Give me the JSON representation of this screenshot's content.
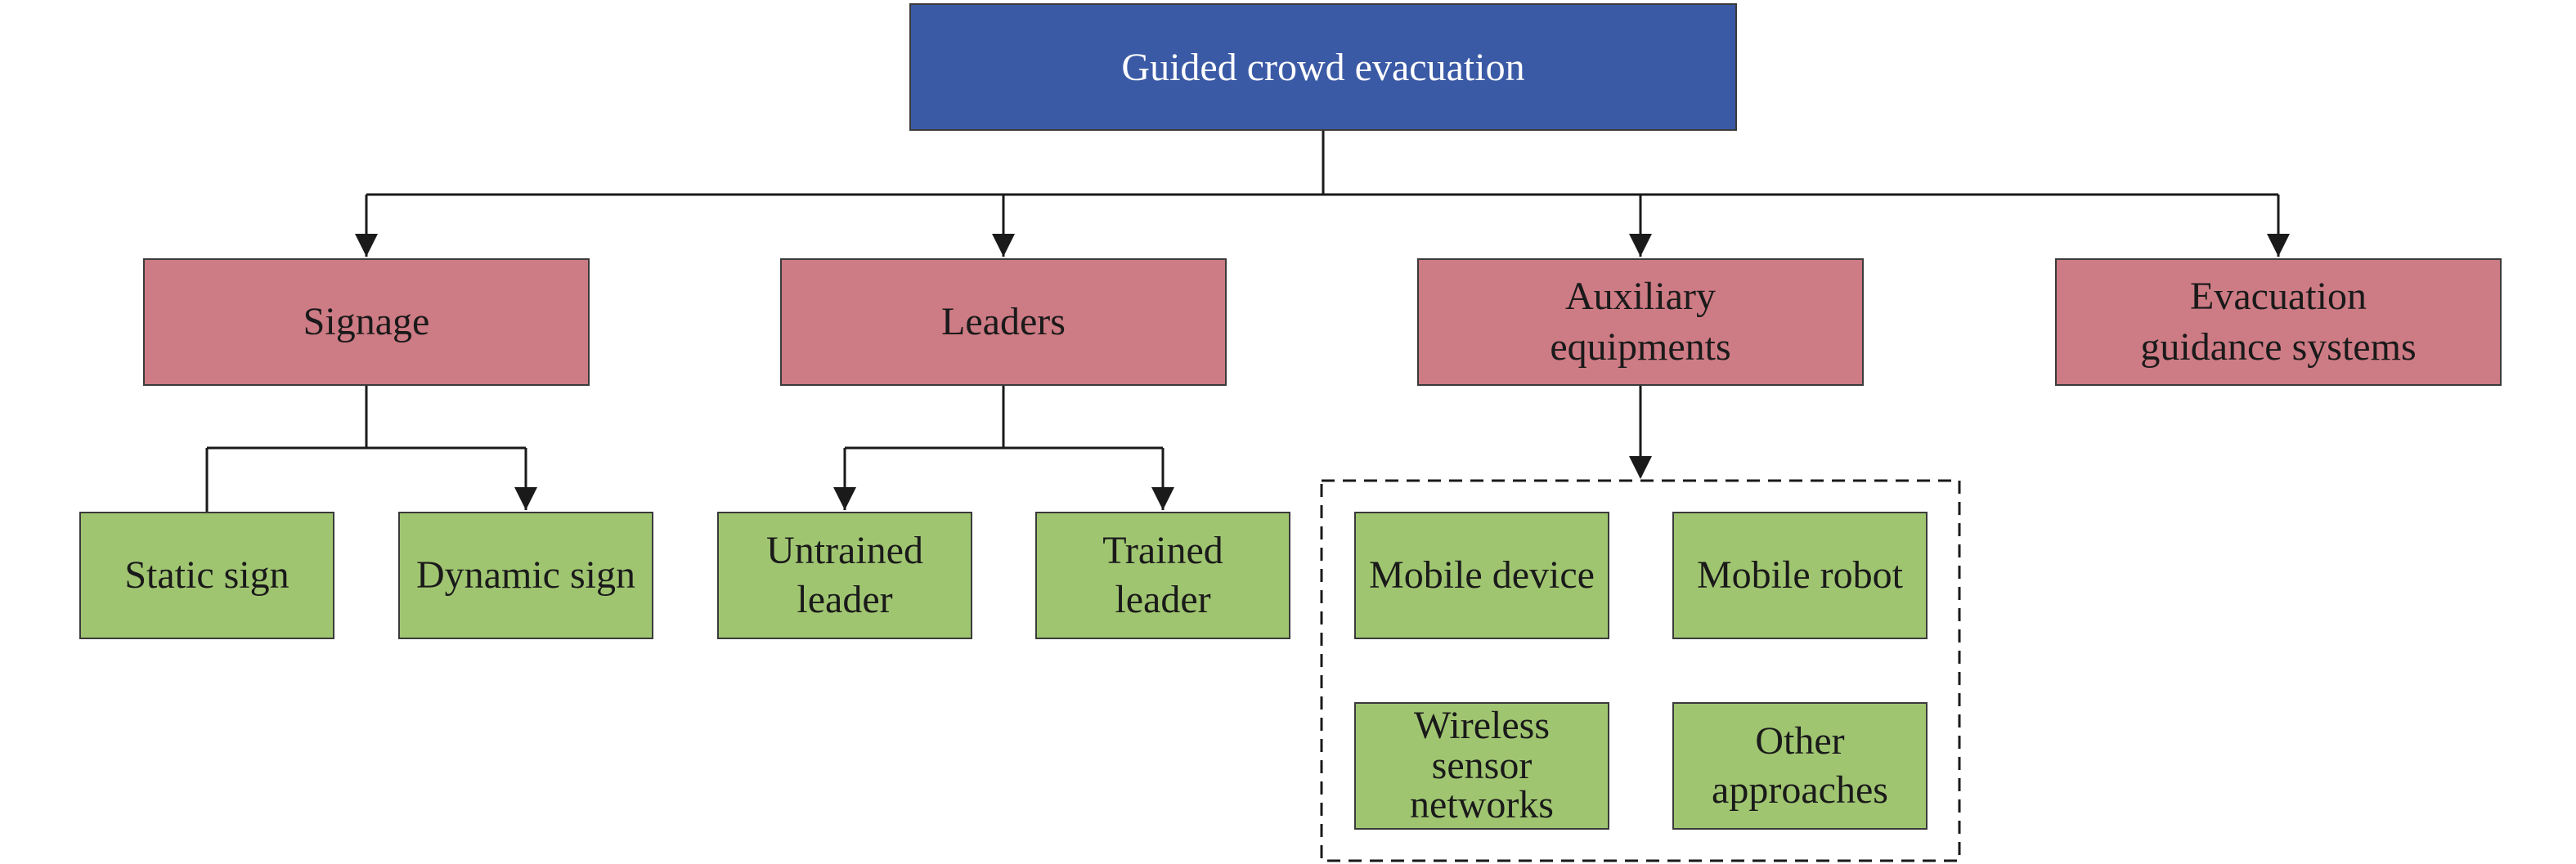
{
  "diagram": {
    "root": {
      "label": "Guided crowd evacuation"
    },
    "categories": [
      {
        "label": "Signage"
      },
      {
        "label": "Leaders"
      },
      {
        "label": "Auxiliary\nequipments"
      },
      {
        "label": "Evacuation\nguidance systems"
      }
    ],
    "signage_children": [
      {
        "label": "Static sign"
      },
      {
        "label": "Dynamic sign"
      }
    ],
    "leaders_children": [
      {
        "label": "Untrained\nleader"
      },
      {
        "label": "Trained\nleader"
      }
    ],
    "auxiliary_children": [
      {
        "label": "Mobile device"
      },
      {
        "label": "Mobile robot"
      },
      {
        "label": "Wireless\nsensor\nnetworks"
      },
      {
        "label": "Other\napproaches"
      }
    ],
    "colors": {
      "root_fill": "#3b5aa6",
      "category_fill": "#cd7b84",
      "leaf_fill": "#a0c571",
      "line": "#1a1a1a"
    }
  }
}
